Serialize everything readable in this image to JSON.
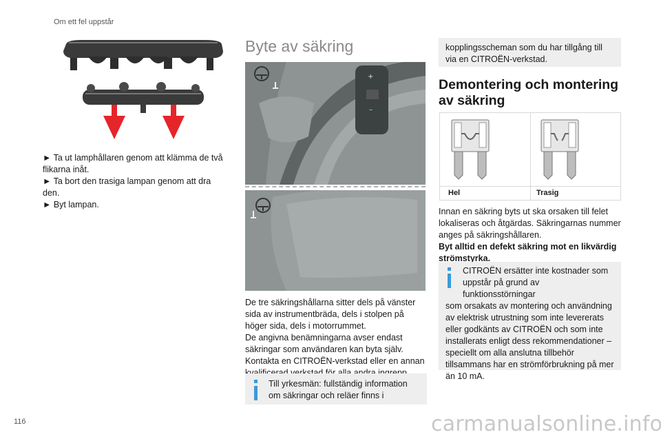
{
  "header": {
    "section": "Om ett fel uppstår"
  },
  "page_number": "116",
  "watermark": "carmanualsonline.info",
  "left_column": {
    "steps": [
      "► Ta ut lamphållaren genom att klämma de två flikarna inåt.",
      "► Ta bort den trasiga lampan genom att dra den.",
      "► Byt lampan."
    ]
  },
  "middle_column": {
    "title": "Byte av säkring",
    "paragraphs": [
      "De tre säkringshållarna sitter dels på vänster sida av instrumentbräda, dels i stolpen på höger sida, dels i motorrummet.",
      "De angivna benämningarna avser endast säkringar som användaren kan byta själv.",
      "Kontakta en CITROËN-verkstad eller en annan kvalificerad verkstad för alla andra ingrepp."
    ],
    "info_note": "Till yrkesmän: fullständig information om säkringar och reläer finns i"
  },
  "right_column": {
    "continued_note": "kopplingsscheman som du har tillgång till via en CITROËN-verkstad.",
    "title": "Demontering och montering av säkring",
    "fuse_table": {
      "col1_label": "Hel",
      "col2_label": "Trasig"
    },
    "paragraph": "Innan en säkring byts ut ska orsaken till felet lokaliseras och åtgärdas. Säkringarnas nummer anges på säkringshållaren.",
    "bold_paragraph": "Byt alltid en defekt säkring mot en likvärdig strömstyrka.",
    "info_note_lines": {
      "first": "CITROËN ersätter inte kostnader som uppstår på grund av funktionsstörningar",
      "rest": "som orsakats av montering och användning av elektrisk utrustning som inte levererats eller godkänts av CITROËN och som inte installerats enligt dess rekommendationer – speciellt om alla anslutna tillbehör tillsammans har en strömförbrukning på mer än 10 mA."
    }
  },
  "colors": {
    "info_icon": "#3a9ad9",
    "arrow": "#e5252a",
    "note_bg": "#eeeeee",
    "dashboard": "#8e9494"
  },
  "icons": [
    "lamp-holder-illustration",
    "red-arrow-icon",
    "dashboard-illustration",
    "info-icon",
    "fuse-illustration"
  ]
}
